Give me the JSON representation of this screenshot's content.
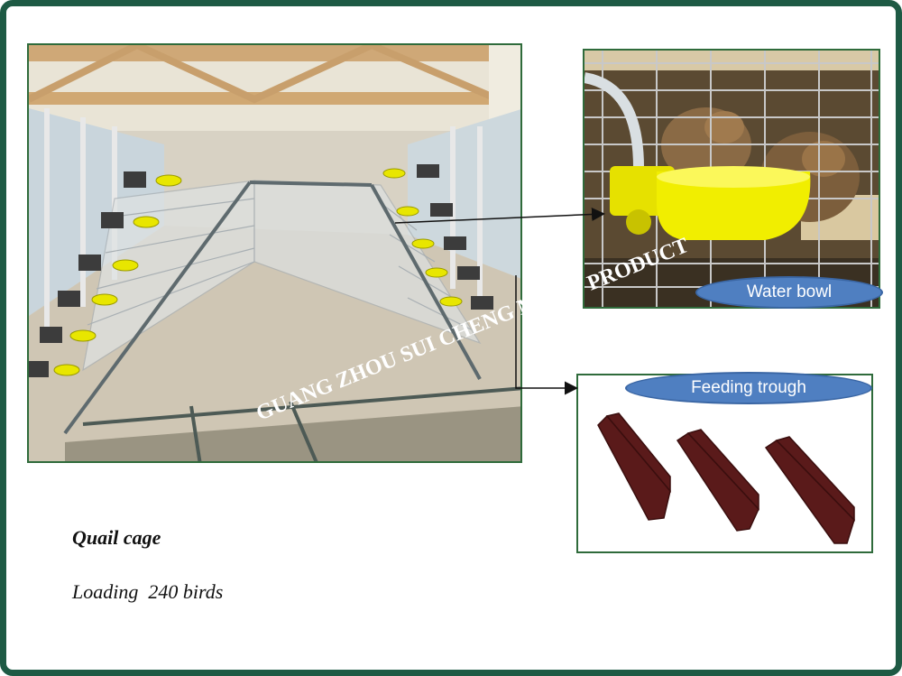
{
  "slide": {
    "watermark_line1": "GUANG ZHOU SUI CHENG M",
    "watermark_line2": "PRODUCT"
  },
  "callouts": {
    "water_bowl": "Water bowl",
    "feeding_trough": "Feeding trough"
  },
  "caption": {
    "title": "Quail cage",
    "subtitle": "Loading  240 birds"
  },
  "colors": {
    "frame": "#1e5a44",
    "photo_border": "#2f6b3b",
    "bubble": "#4f7fc1",
    "bowl_yellow": "#e8e600",
    "trough": "#5a1a1a"
  }
}
